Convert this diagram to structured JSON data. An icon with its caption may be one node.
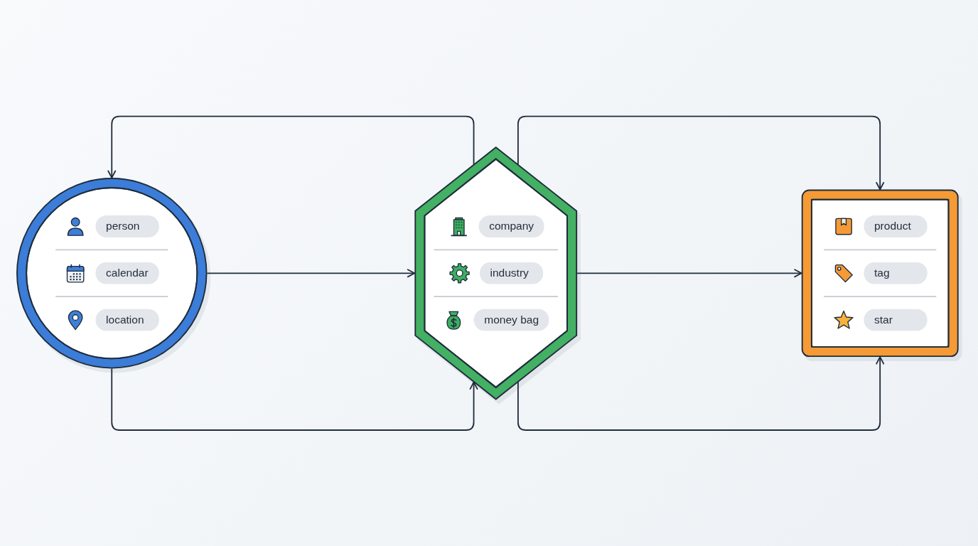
{
  "diagram": {
    "nodes": [
      {
        "text": [],
        "shape": "circle"
      },
      {
        "text": [
          "person"
        ],
        "in": 0
      },
      {
        "text": [
          "calendar"
        ],
        "in": 0
      },
      {
        "text": [
          "location"
        ],
        "in": 0
      },
      {
        "text": [],
        "shape": "hexagon"
      },
      {
        "text": [
          "company"
        ],
        "in": 4
      },
      {
        "text": [
          "industry"
        ],
        "in": 4
      },
      {
        "text": [
          "money bag"
        ],
        "in": 4
      },
      {
        "text": [],
        "shape": "box"
      },
      {
        "text": [
          "product"
        ],
        "in": 8
      },
      {
        "text": [
          "tag"
        ],
        "in": 8
      },
      {
        "text": [
          "star"
        ],
        "in": 8
      }
    ],
    "edges": [
      {
        "from": 0,
        "to": 4,
        "arrow": "to"
      },
      {
        "from": 4,
        "to": 8,
        "arrow": "to"
      },
      {
        "from": 4,
        "to": 0,
        "arrow": "to"
      },
      {
        "from": 4,
        "to": 8,
        "arrow": "to"
      },
      {
        "from": 0,
        "to": 4,
        "arrow": "to"
      },
      {
        "from": 4,
        "to": 8,
        "arrow": "to"
      }
    ]
  }
}
